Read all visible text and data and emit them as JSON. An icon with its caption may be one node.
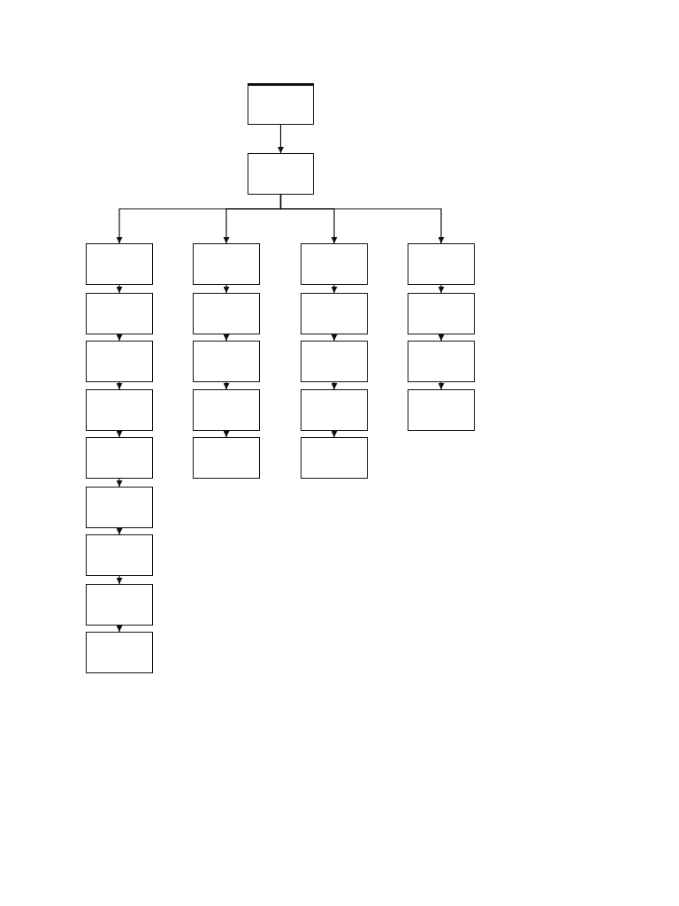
{
  "diagram": {
    "nodes": [
      {
        "text": [],
        "shape": "box"
      },
      {
        "text": [],
        "shape": "box"
      },
      {
        "text": [],
        "shape": "box"
      },
      {
        "text": [],
        "shape": "box"
      },
      {
        "text": [],
        "shape": "box"
      },
      {
        "text": [],
        "shape": "box"
      },
      {
        "text": [],
        "shape": "box"
      },
      {
        "text": [],
        "shape": "box"
      },
      {
        "text": [],
        "shape": "box"
      },
      {
        "text": [],
        "shape": "box"
      },
      {
        "text": [],
        "shape": "box"
      },
      {
        "text": [],
        "shape": "box"
      },
      {
        "text": [],
        "shape": "box"
      },
      {
        "text": [],
        "shape": "box"
      },
      {
        "text": [],
        "shape": "box"
      },
      {
        "text": [],
        "shape": "box"
      },
      {
        "text": [],
        "shape": "box"
      },
      {
        "text": [],
        "shape": "box"
      },
      {
        "text": [],
        "shape": "box"
      },
      {
        "text": [],
        "shape": "box"
      },
      {
        "text": [],
        "shape": "box"
      },
      {
        "text": [],
        "shape": "box"
      },
      {
        "text": [],
        "shape": "box"
      },
      {
        "text": [],
        "shape": "box"
      },
      {
        "text": [],
        "shape": "box"
      }
    ],
    "edges": [
      {
        "from": 0,
        "to": 1,
        "arrow": "to"
      },
      {
        "from": 1,
        "to": 2,
        "arrow": "to"
      },
      {
        "from": 1,
        "to": 11,
        "arrow": "to"
      },
      {
        "from": 1,
        "to": 16,
        "arrow": "to"
      },
      {
        "from": 1,
        "to": 21,
        "arrow": "to"
      },
      {
        "from": 2,
        "to": 3,
        "arrow": "to"
      },
      {
        "from": 3,
        "to": 4,
        "arrow": "to"
      },
      {
        "from": 4,
        "to": 5,
        "arrow": "to"
      },
      {
        "from": 5,
        "to": 6,
        "arrow": "to"
      },
      {
        "from": 6,
        "to": 7,
        "arrow": "to"
      },
      {
        "from": 7,
        "to": 8,
        "arrow": "to"
      },
      {
        "from": 8,
        "to": 9,
        "arrow": "to"
      },
      {
        "from": 9,
        "to": 10,
        "arrow": "to"
      },
      {
        "from": 11,
        "to": 12,
        "arrow": "to"
      },
      {
        "from": 12,
        "to": 13,
        "arrow": "to"
      },
      {
        "from": 13,
        "to": 14,
        "arrow": "to"
      },
      {
        "from": 14,
        "to": 15,
        "arrow": "to"
      },
      {
        "from": 16,
        "to": 17,
        "arrow": "to"
      },
      {
        "from": 17,
        "to": 18,
        "arrow": "to"
      },
      {
        "from": 18,
        "to": 19,
        "arrow": "to"
      },
      {
        "from": 19,
        "to": 20,
        "arrow": "to"
      },
      {
        "from": 21,
        "to": 22,
        "arrow": "to"
      },
      {
        "from": 22,
        "to": 23,
        "arrow": "to"
      },
      {
        "from": 23,
        "to": 24,
        "arrow": "to"
      }
    ]
  }
}
